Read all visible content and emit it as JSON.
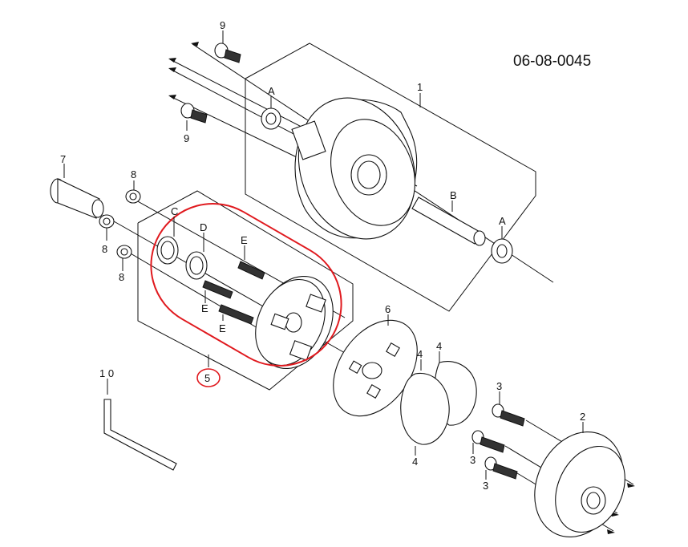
{
  "drawing_number": "06-08-0045",
  "labels": {
    "p1": "1",
    "p2": "2",
    "p3a": "3",
    "p3b": "3",
    "p3c": "3",
    "p4a": "4",
    "p4b": "4",
    "p4c": "4",
    "p5": "5",
    "p6": "6",
    "p7": "7",
    "p8a": "8",
    "p8b": "8",
    "p8c": "8",
    "p9a": "9",
    "p9b": "9",
    "p10": "1 0",
    "A1": "A",
    "A2": "A",
    "B": "B",
    "C": "C",
    "D": "D",
    "E1": "E",
    "E2": "E",
    "E3": "E"
  },
  "colors": {
    "highlight": "#e0191e",
    "line": "#111111"
  }
}
